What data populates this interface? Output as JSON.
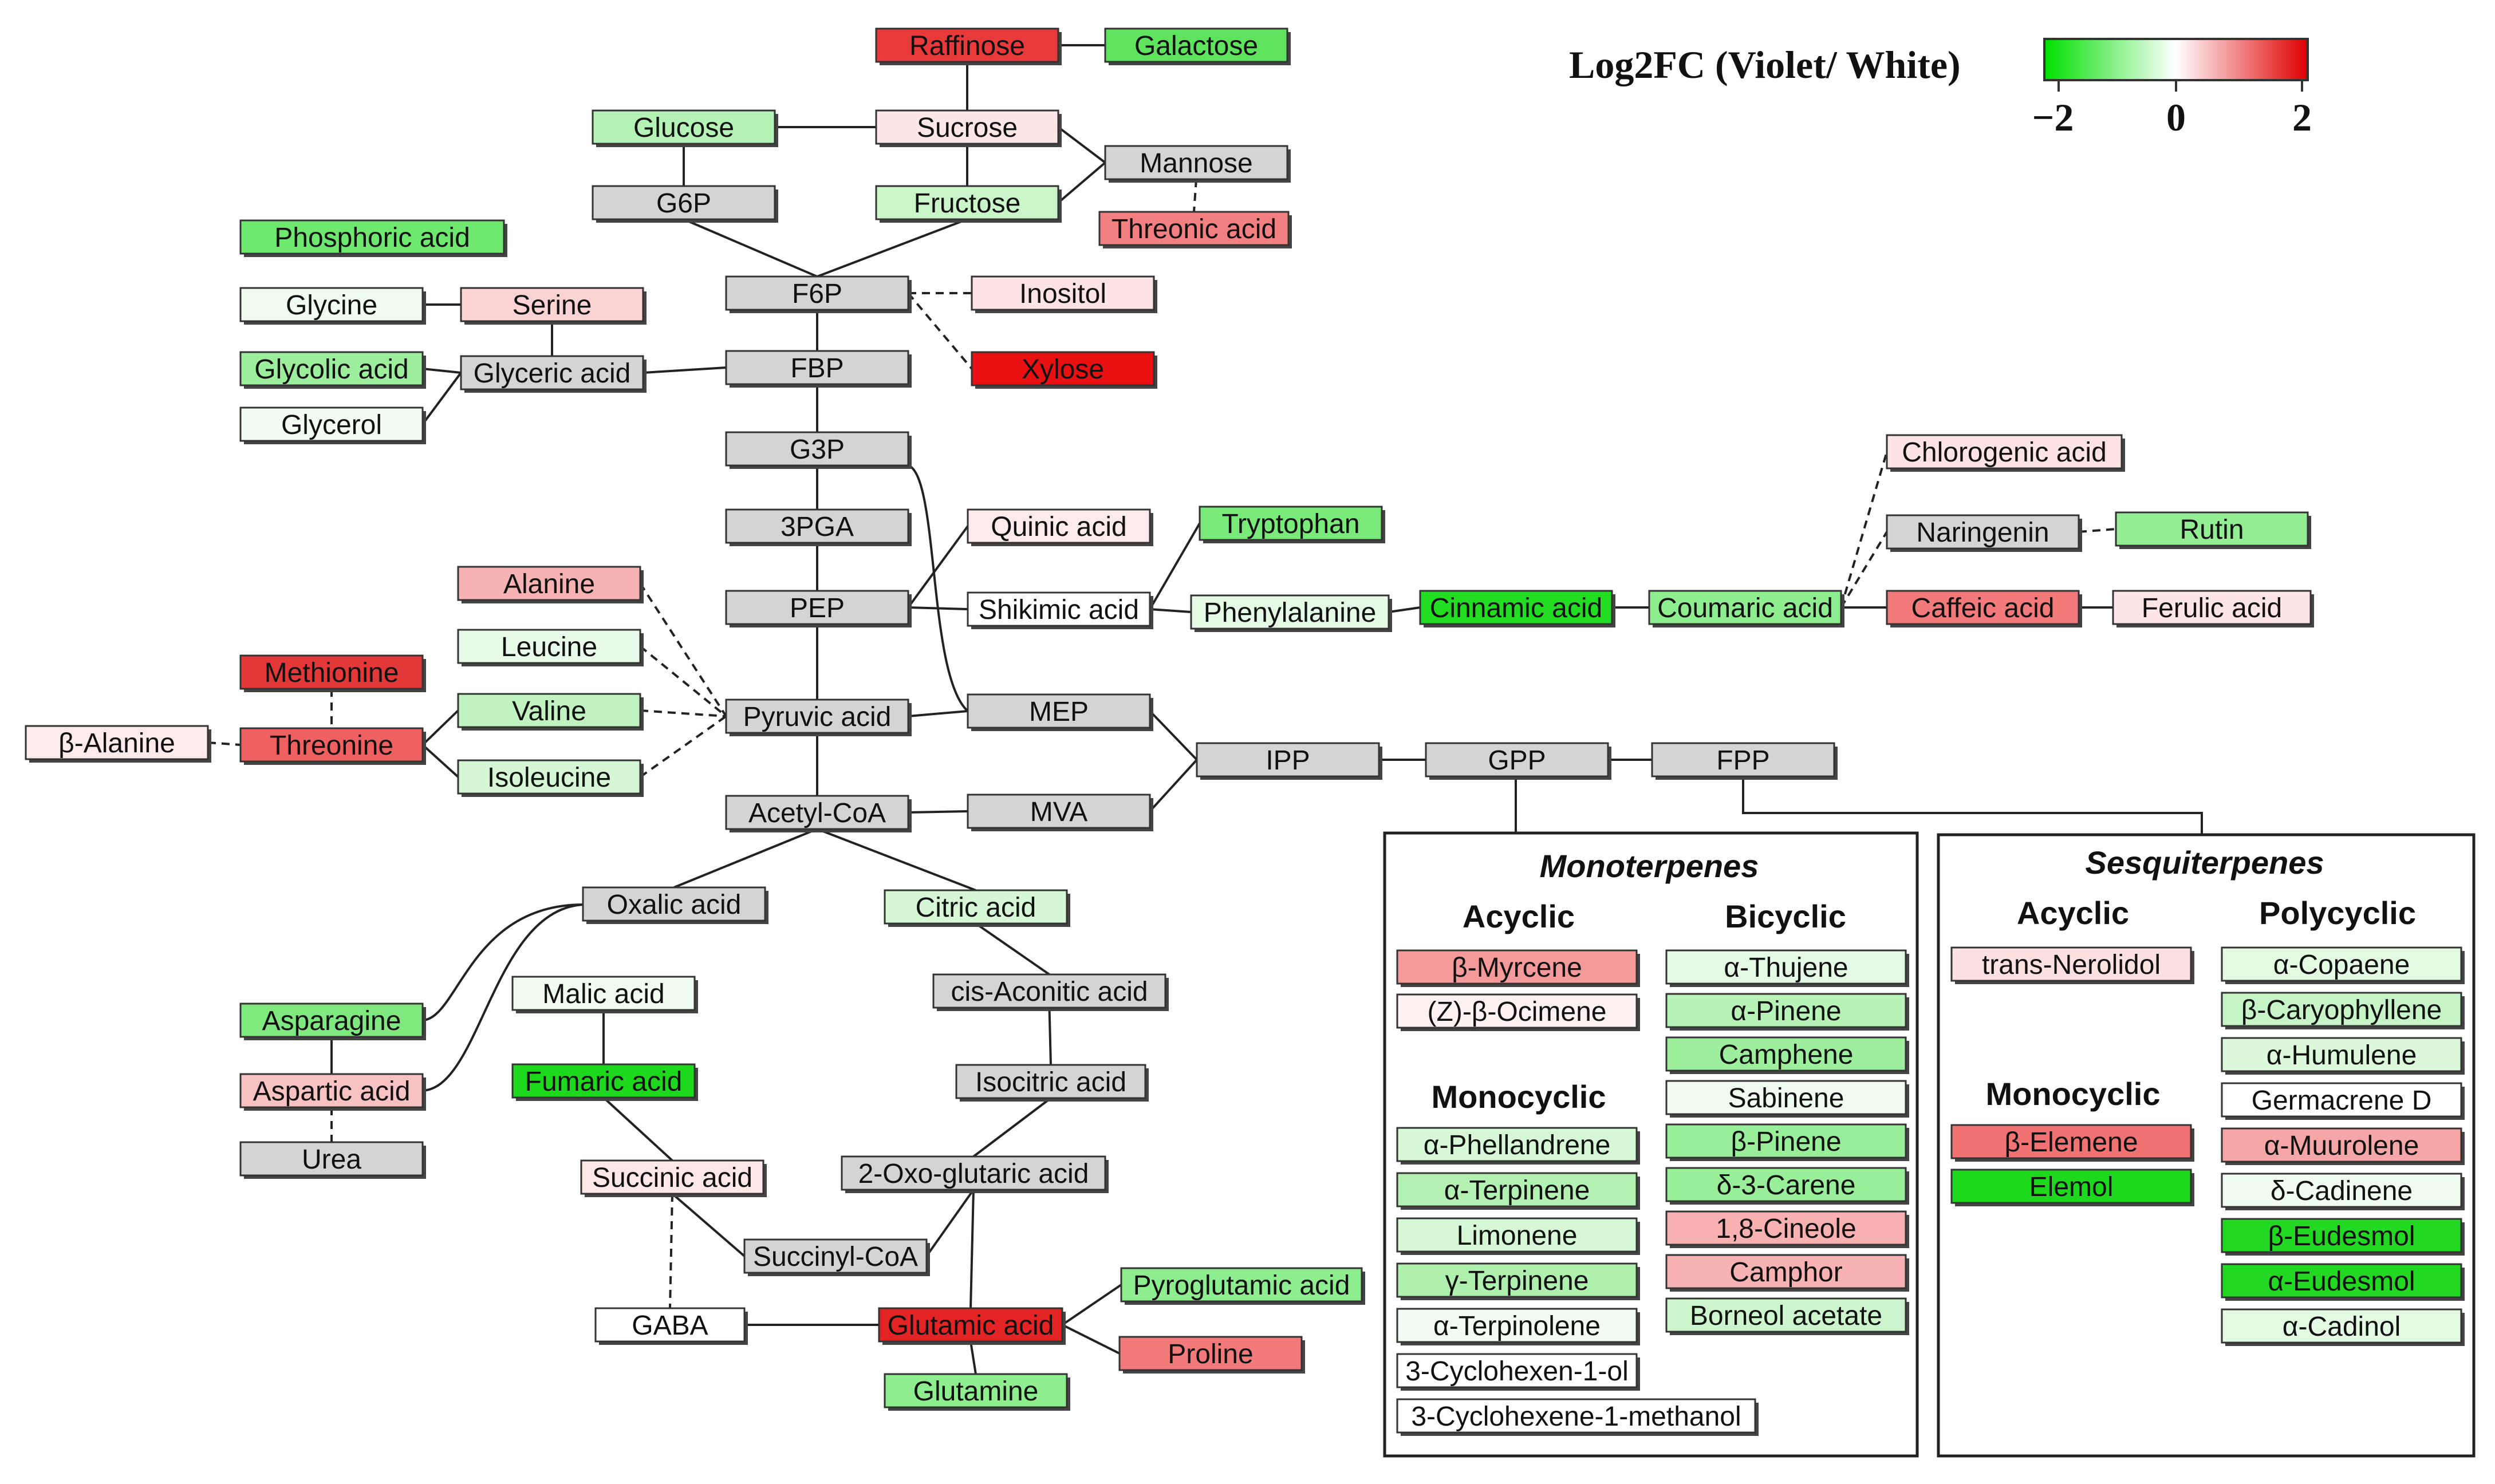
{
  "legend": {
    "title": "Log2FC (Violet/ White)",
    "ticks": [
      "−2",
      "0",
      "2"
    ],
    "gradient": [
      "#00e000",
      "#ffffff",
      "#e00000"
    ]
  },
  "colors": {
    "gray": "#d4d4d4",
    "white": "#ffffff",
    "border": "#333333",
    "edge": "#222222"
  },
  "nodes": {
    "raffinose": {
      "label": "Raffinose",
      "color": "#e83a3a"
    },
    "galactose": {
      "label": "Galactose",
      "color": "#5fe35f"
    },
    "glucose": {
      "label": "Glucose",
      "color": "#b5f2b5"
    },
    "sucrose": {
      "label": "Sucrose",
      "color": "#fde6e6"
    },
    "mannose": {
      "label": "Mannose",
      "color": "#d4d4d4"
    },
    "g6p": {
      "label": "G6P",
      "color": "#d4d4d4"
    },
    "fructose": {
      "label": "Fructose",
      "color": "#c9f5c9"
    },
    "threonic": {
      "label": "Threonic acid",
      "color": "#f28080"
    },
    "phosphoric": {
      "label": "Phosphoric acid",
      "color": "#6ee86e"
    },
    "glycine": {
      "label": "Glycine",
      "color": "#f0fcf0"
    },
    "serine": {
      "label": "Serine",
      "color": "#fbd3d3"
    },
    "f6p": {
      "label": "F6P",
      "color": "#d4d4d4"
    },
    "inositol": {
      "label": "Inositol",
      "color": "#fde3e3"
    },
    "glycolic": {
      "label": "Glycolic acid",
      "color": "#9cee9c"
    },
    "glyceric": {
      "label": "Glyceric acid",
      "color": "#d4d4d4"
    },
    "fbp": {
      "label": "FBP",
      "color": "#d4d4d4"
    },
    "xylose": {
      "label": "Xylose",
      "color": "#e81010"
    },
    "glycerol": {
      "label": "Glycerol",
      "color": "#f3fcf3"
    },
    "g3p": {
      "label": "G3P",
      "color": "#d4d4d4"
    },
    "chlorogenic": {
      "label": "Chlorogenic acid",
      "color": "#fde3e3"
    },
    "pga": {
      "label": "3PGA",
      "color": "#d4d4d4"
    },
    "quinic": {
      "label": "Quinic acid",
      "color": "#fdeaea"
    },
    "tryptophan": {
      "label": "Tryptophan",
      "color": "#79e979"
    },
    "naringenin": {
      "label": "Naringenin",
      "color": "#d4d4d4"
    },
    "rutin": {
      "label": "Rutin",
      "color": "#93ee93"
    },
    "alanine": {
      "label": "Alanine",
      "color": "#f7b3b3"
    },
    "pep": {
      "label": "PEP",
      "color": "#d4d4d4"
    },
    "shikimic": {
      "label": "Shikimic acid",
      "color": "#ffffff"
    },
    "phenylalanine": {
      "label": "Phenylalanine",
      "color": "#e4fae4"
    },
    "cinnamic": {
      "label": "Cinnamic acid",
      "color": "#22dd22"
    },
    "coumaric": {
      "label": "Coumaric acid",
      "color": "#8eed8e"
    },
    "caffeic": {
      "label": "Caffeic acid",
      "color": "#f27a7a"
    },
    "ferulic": {
      "label": "Ferulic acid",
      "color": "#fde5e5"
    },
    "leucine": {
      "label": "Leucine",
      "color": "#e8fbe8"
    },
    "methionine": {
      "label": "Methionine",
      "color": "#e23838"
    },
    "valine": {
      "label": "Valine",
      "color": "#c0f3c0"
    },
    "pyruvic": {
      "label": "Pyruvic acid",
      "color": "#d4d4d4"
    },
    "mep": {
      "label": "MEP",
      "color": "#d4d4d4"
    },
    "balanine": {
      "label": "β-Alanine",
      "color": "#fdeaea"
    },
    "threonine": {
      "label": "Threonine",
      "color": "#ef6060"
    },
    "ipp": {
      "label": "IPP",
      "color": "#d4d4d4"
    },
    "gpp": {
      "label": "GPP",
      "color": "#d4d4d4"
    },
    "fpp": {
      "label": "FPP",
      "color": "#d4d4d4"
    },
    "isoleucine": {
      "label": "Isoleucine",
      "color": "#d6f7d6"
    },
    "acetylcoa": {
      "label": "Acetyl-CoA",
      "color": "#d4d4d4"
    },
    "mva": {
      "label": "MVA",
      "color": "#d4d4d4"
    },
    "oxalic": {
      "label": "Oxalic acid",
      "color": "#d4d4d4"
    },
    "citric": {
      "label": "Citric acid",
      "color": "#d6f7d6"
    },
    "malic": {
      "label": "Malic acid",
      "color": "#f1fcf1"
    },
    "cisaconitic": {
      "label": "cis-Aconitic acid",
      "color": "#d4d4d4"
    },
    "asparagine": {
      "label": "Asparagine",
      "color": "#7fe97f"
    },
    "fumaric": {
      "label": "Fumaric acid",
      "color": "#1ed81e"
    },
    "isocitric": {
      "label": "Isocitric acid",
      "color": "#d4d4d4"
    },
    "aspartic": {
      "label": "Aspartic acid",
      "color": "#f8c2c2"
    },
    "urea": {
      "label": "Urea",
      "color": "#d4d4d4"
    },
    "succinic": {
      "label": "Succinic acid",
      "color": "#fde7e7"
    },
    "oxoglutaric": {
      "label": "2-Oxo-glutaric acid",
      "color": "#d4d4d4"
    },
    "succinylcoa": {
      "label": "Succinyl-CoA",
      "color": "#d4d4d4"
    },
    "pyroglutamic": {
      "label": "Pyroglutamic acid",
      "color": "#8eed8e"
    },
    "gaba": {
      "label": "GABA",
      "color": "#ffffff"
    },
    "glutamic": {
      "label": "Glutamic acid",
      "color": "#e42424"
    },
    "proline": {
      "label": "Proline",
      "color": "#f27a7a"
    },
    "glutamine": {
      "label": "Glutamine",
      "color": "#8eed8e"
    }
  },
  "monoterpenes": {
    "title": "Monoterpenes",
    "acyclic_title": "Acyclic",
    "bicyclic_title": "Bicyclic",
    "monocyclic_title": "Monocyclic",
    "acyclic": [
      {
        "label": "β-Myrcene",
        "color": "#f59a9a"
      },
      {
        "label": "(Z)-β-Ocimene",
        "color": "#fef1f1"
      }
    ],
    "bicyclic": [
      {
        "label": "α-Thujene",
        "color": "#e5fae5"
      },
      {
        "label": "α-Pinene",
        "color": "#b7f2b7"
      },
      {
        "label": "Camphene",
        "color": "#9def9d"
      },
      {
        "label": "Sabinene",
        "color": "#f0fcf0"
      },
      {
        "label": "β-Pinene",
        "color": "#99ee99"
      },
      {
        "label": "δ-3-Carene",
        "color": "#99ee99"
      },
      {
        "label": "1,8-Cineole",
        "color": "#f7b1b1"
      },
      {
        "label": "Camphor",
        "color": "#f7b3b3"
      },
      {
        "label": "Borneol acetate",
        "color": "#cdf5cd"
      }
    ],
    "monocyclic": [
      {
        "label": "α-Phellandrene",
        "color": "#d7f8d7"
      },
      {
        "label": "α-Terpinene",
        "color": "#b2f1b2"
      },
      {
        "label": "Limonene",
        "color": "#d6f8d6"
      },
      {
        "label": "γ-Terpinene",
        "color": "#aff0af"
      },
      {
        "label": "α-Terpinolene",
        "color": "#f2fcf2"
      },
      {
        "label": "3-Cyclohexen-1-ol",
        "color": "#ffffff"
      },
      {
        "label": "3-Cyclohexene-1-methanol",
        "color": "#ffffff"
      }
    ]
  },
  "sesquiterpenes": {
    "title": "Sesquiterpenes",
    "acyclic_title": "Acyclic",
    "polycyclic_title": "Polycyclic",
    "monocyclic_title": "Monocyclic",
    "acyclic": [
      {
        "label": "trans-Nerolidol",
        "color": "#fde0e0"
      }
    ],
    "monocyclic": [
      {
        "label": "β-Elemene",
        "color": "#f07272"
      },
      {
        "label": "Elemol",
        "color": "#1ed81e"
      }
    ],
    "polycyclic": [
      {
        "label": "α-Copaene",
        "color": "#e3fae3"
      },
      {
        "label": "β-Caryophyllene",
        "color": "#c6f4c6"
      },
      {
        "label": "α-Humulene",
        "color": "#dcf9dc"
      },
      {
        "label": "Germacrene D",
        "color": "#ffffff"
      },
      {
        "label": "α-Muurolene",
        "color": "#f5a6a6"
      },
      {
        "label": "δ-Cadinene",
        "color": "#f0fcf0"
      },
      {
        "label": "β-Eudesmol",
        "color": "#22d822"
      },
      {
        "label": "α-Eudesmol",
        "color": "#22d822"
      },
      {
        "label": "α-Cadinol",
        "color": "#e3fae3"
      }
    ]
  }
}
